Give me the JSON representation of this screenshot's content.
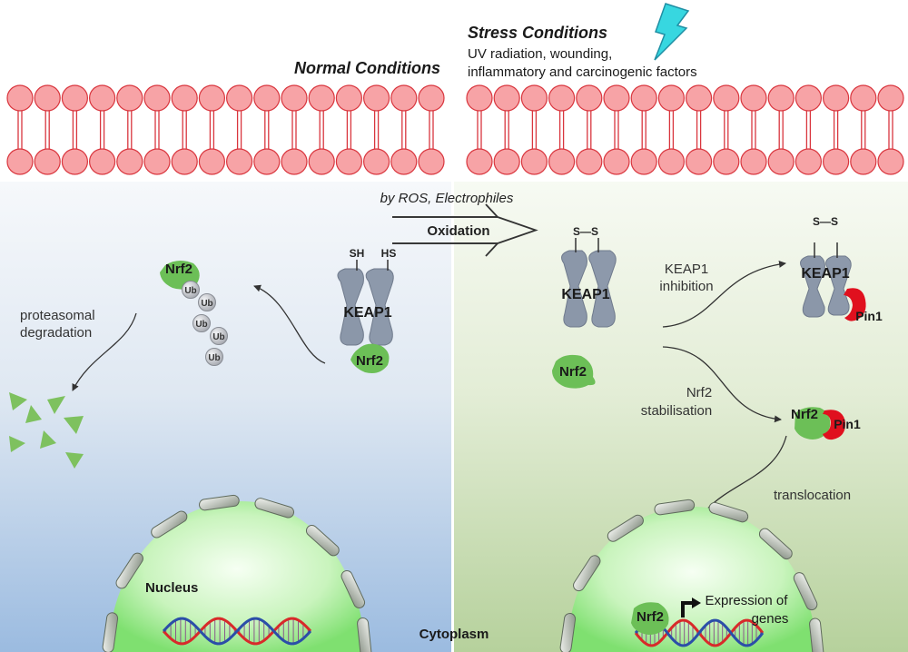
{
  "normal": {
    "title": "Normal Conditions",
    "proteasomal_line1": "proteasomal",
    "proteasomal_line2": "degradation",
    "keap1": "KEAP1",
    "sh_left": "SH",
    "sh_right": "HS",
    "nrf2_bound": "Nrf2",
    "nrf2_ub": "Nrf2",
    "ub": "Ub",
    "nucleus": "Nucleus"
  },
  "stress": {
    "title": "Stress Conditions",
    "subtitle_line1": "UV radiation, wounding,",
    "subtitle_line2": "inflammatory  and carcinogenic factors",
    "keap1": "KEAP1",
    "disulfide": "S—S",
    "nrf2_free": "Nrf2",
    "inhibition_line1": "KEAP1",
    "inhibition_line2": "inhibition",
    "keap1_pin": "KEAP1",
    "pin1_a": "Pin1",
    "stabilisation_line1": "Nrf2",
    "stabilisation_line2": "stabilisation",
    "nrf2_pin": "Nrf2",
    "pin1_b": "Pin1",
    "translocation": "translocation",
    "nrf2_nucleus": "Nrf2",
    "expression_line1": "Expression of",
    "expression_line2": "genes"
  },
  "center": {
    "by_ros": "by ROS, Electrophiles",
    "oxidation": "Oxidation",
    "cytoplasm": "Cytoplasm"
  },
  "colors": {
    "membrane_head": "#f7a3a6",
    "membrane_stroke": "#d9363e",
    "keap1": "#8b97a9",
    "nrf2": "#6cbf57",
    "pin1": "#e0101e",
    "ub": "#c5c7cc",
    "nucleus": "#c9f2bf",
    "dna_red": "#d82a2a",
    "dna_blue": "#2b4ea8"
  }
}
